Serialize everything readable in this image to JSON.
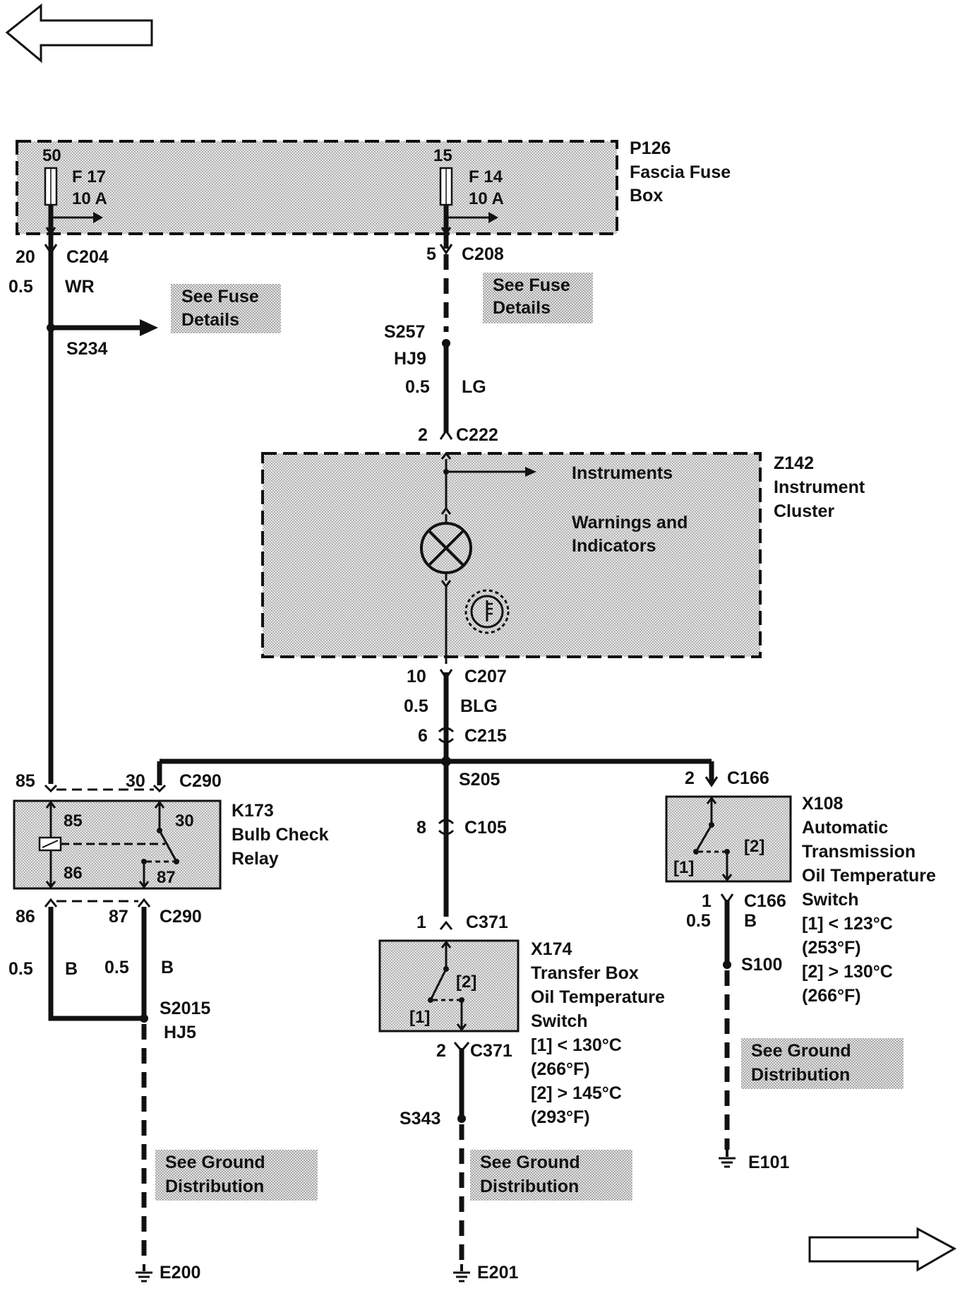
{
  "navigation": {
    "back": "previous-page",
    "forward": "next-page"
  },
  "components": {
    "p126": {
      "id": "P126",
      "name_line1": "Fascia Fuse",
      "name_line2": "Box"
    },
    "z142": {
      "id": "Z142",
      "name_line1": "Instrument",
      "name_line2": "Cluster",
      "instruments": "Instruments",
      "warnings_line1": "Warnings and",
      "warnings_line2": "Indicators"
    },
    "k173": {
      "id": "K173",
      "name_line1": "Bulb Check",
      "name_line2": "Relay",
      "pin85": "85",
      "pin30": "30",
      "pin86": "86",
      "pin87": "87"
    },
    "x174": {
      "id": "X174",
      "name_line1": "Transfer Box",
      "name_line2": "Oil Temperature",
      "name_line3": "Switch",
      "pos1": "[1]",
      "pos2": "[2]",
      "spec1": "[1]   < 130°C",
      "spec1b": "(266°F)",
      "spec2": "[2]   > 145°C",
      "spec2b": "(293°F)"
    },
    "x108": {
      "id": "X108",
      "name_line1": "Automatic",
      "name_line2": "Transmission",
      "name_line3": "Oil Temperature",
      "name_line4": "Switch",
      "pos1": "[1]",
      "pos2": "[2]",
      "spec1": "[1]   < 123°C",
      "spec1b": "(253°F)",
      "spec2": "[2]   > 130°C",
      "spec2b": "(266°F)"
    }
  },
  "fuses": {
    "f17": {
      "pin": "50",
      "name": "F 17",
      "rating": "10 A"
    },
    "f14": {
      "pin": "15",
      "name": "F 14",
      "rating": "10 A"
    }
  },
  "connectors": {
    "c204": {
      "pin": "20",
      "name": "C204"
    },
    "c208": {
      "pin": "5",
      "name": "C208"
    },
    "c222": {
      "pin": "2",
      "name": "C222"
    },
    "c207": {
      "pin": "10",
      "name": "C207"
    },
    "c215": {
      "pin": "6",
      "name": "C215"
    },
    "c290_top": {
      "pin_a": "85",
      "pin_b": "30",
      "name": "C290"
    },
    "c290_bot": {
      "pin_a": "86",
      "pin_b": "87",
      "name": "C290"
    },
    "c166_top": {
      "pin": "2",
      "name": "C166"
    },
    "c166_bot": {
      "pin": "1",
      "name": "C166"
    },
    "c105": {
      "pin": "8",
      "name": "C105"
    },
    "c371_top": {
      "pin": "1",
      "name": "C371"
    },
    "c371_bot": {
      "pin": "2",
      "name": "C371"
    }
  },
  "wires": {
    "w_left_size": "0.5",
    "w_left_color": "WR",
    "w_mid_size": "0.5",
    "w_mid_color": "LG",
    "w_blg_size": "0.5",
    "w_blg_color": "BLG",
    "w_86_size": "0.5",
    "w_86_color": "B",
    "w_87_size": "0.5",
    "w_87_color": "B",
    "w_x108_size": "0.5",
    "w_x108_color": "B"
  },
  "splices": {
    "s234": "S234",
    "s257": "S257",
    "s257_harness": "HJ9",
    "s205": "S205",
    "s2015": "S2015",
    "s2015_harness": "HJ5",
    "s343": "S343",
    "s100": "S100"
  },
  "notes": {
    "fuse1_line1": "See Fuse",
    "fuse1_line2": "Details",
    "fuse2_line1": "See Fuse",
    "fuse2_line2": "Details",
    "gnd1_line1": "See Ground",
    "gnd1_line2": "Distribution",
    "gnd2_line1": "See Ground",
    "gnd2_line2": "Distribution",
    "gnd3_line1": "See Ground",
    "gnd3_line2": "Distribution"
  },
  "grounds": {
    "e200": "E200",
    "e201": "E201",
    "e101": "E101"
  },
  "colors": {
    "ink": "#111111",
    "shade": "#d9d9d9",
    "background": "#ffffff"
  }
}
